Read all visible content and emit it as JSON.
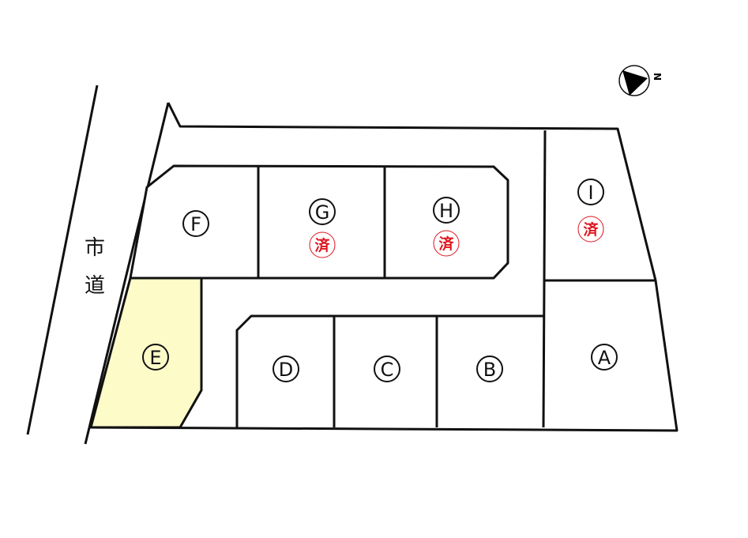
{
  "street_label": [
    "市",
    "道"
  ],
  "north_label": "N",
  "sold_mark": "済",
  "colors": {
    "line": "#111111",
    "highlight": "#fdfbc8",
    "sold": "#e0141e"
  },
  "lots": [
    {
      "id": "A",
      "label": "A",
      "sold": false,
      "highlighted": false
    },
    {
      "id": "B",
      "label": "B",
      "sold": false,
      "highlighted": false
    },
    {
      "id": "C",
      "label": "C",
      "sold": false,
      "highlighted": false
    },
    {
      "id": "D",
      "label": "D",
      "sold": false,
      "highlighted": false
    },
    {
      "id": "E",
      "label": "E",
      "sold": false,
      "highlighted": true
    },
    {
      "id": "F",
      "label": "F",
      "sold": false,
      "highlighted": false
    },
    {
      "id": "G",
      "label": "G",
      "sold": true,
      "highlighted": false
    },
    {
      "id": "H",
      "label": "H",
      "sold": true,
      "highlighted": false
    },
    {
      "id": "I",
      "label": "I",
      "sold": true,
      "highlighted": false
    }
  ]
}
